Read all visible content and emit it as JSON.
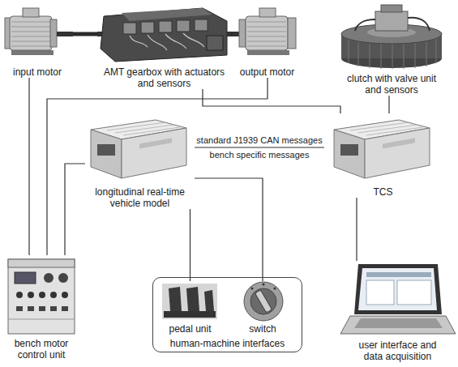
{
  "diagram": {
    "nodes": [
      {
        "text": [
          "input motor"
        ]
      },
      {
        "text": [
          "AMT gearbox with actuators and sensors"
        ]
      },
      {
        "text": [
          "output motor"
        ]
      },
      {
        "text": [
          "clutch with valve unit and sensors"
        ]
      },
      {
        "text": [
          "longitudinal real-time vehicle model"
        ]
      },
      {
        "text": [
          "TCS"
        ]
      },
      {
        "text": [
          "bench motor control unit"
        ]
      },
      {
        "text": [
          "human-machine interfaces"
        ]
      },
      {
        "text": [
          "pedal unit"
        ],
        "in": 7
      },
      {
        "text": [
          "switch"
        ],
        "in": 7
      },
      {
        "text": [
          "user interface and data acquisition"
        ]
      }
    ],
    "edges": [
      {
        "from": 0,
        "to": 1,
        "arrow": "none"
      },
      {
        "from": 1,
        "to": 2,
        "arrow": "none"
      },
      {
        "from": 6,
        "to": 0,
        "arrow": "none"
      },
      {
        "from": 6,
        "to": 2,
        "arrow": "none"
      },
      {
        "from": 1,
        "to": 5,
        "arrow": "none"
      },
      {
        "from": 3,
        "to": 5,
        "arrow": "none"
      },
      {
        "from": 4,
        "to": 5,
        "label": "standard J1939 CAN messages",
        "arrow": "none"
      },
      {
        "from": 4,
        "to": 6,
        "arrow": "none"
      },
      {
        "from": 4,
        "to": 8,
        "arrow": "none"
      },
      {
        "from": 4,
        "to": 9,
        "arrow": "none"
      },
      {
        "from": 5,
        "to": 10,
        "arrow": "none"
      }
    ],
    "labels": [
      "bench specific messages"
    ]
  }
}
